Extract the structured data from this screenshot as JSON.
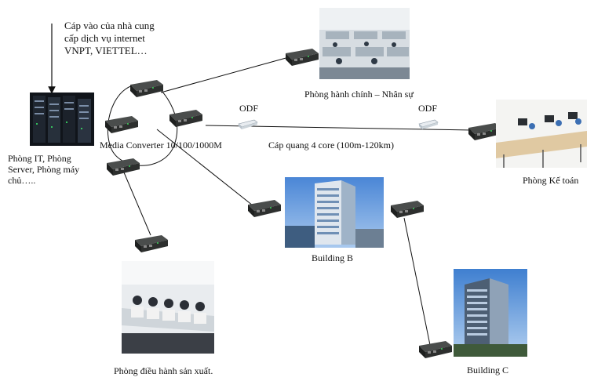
{
  "labels": {
    "isp_note_1": "Cáp vào của nhà cung",
    "isp_note_2": "cấp dịch vụ internet",
    "isp_note_3": "VNPT, VIETTEL…",
    "it_room_1": "Phòng IT, Phòng",
    "it_room_2": "Server, Phòng máy",
    "it_room_3": "chủ…..",
    "admin_room": "Phòng hành chính – Nhân sự",
    "accounting_room": "Phòng Kế toán",
    "media_converter": "Media Converter 10/100/1000M",
    "fiber_cable": "Cáp quang 4 core (100m-120km)",
    "odf_left": "ODF",
    "odf_right": "ODF",
    "building_b": "Building B",
    "building_c": "Building C",
    "production_room": "Phòng điều hành sản xuất."
  },
  "icons": {
    "media_converter": "media-converter-icon",
    "odf": "odf-patch-panel-icon",
    "server_rack": "server-rack-icon"
  },
  "colors": {
    "line": "#1a1a1a",
    "converter_body": "#2d2f2e",
    "office_bg": "#e8ecef",
    "sky": "#5a8fd0"
  }
}
